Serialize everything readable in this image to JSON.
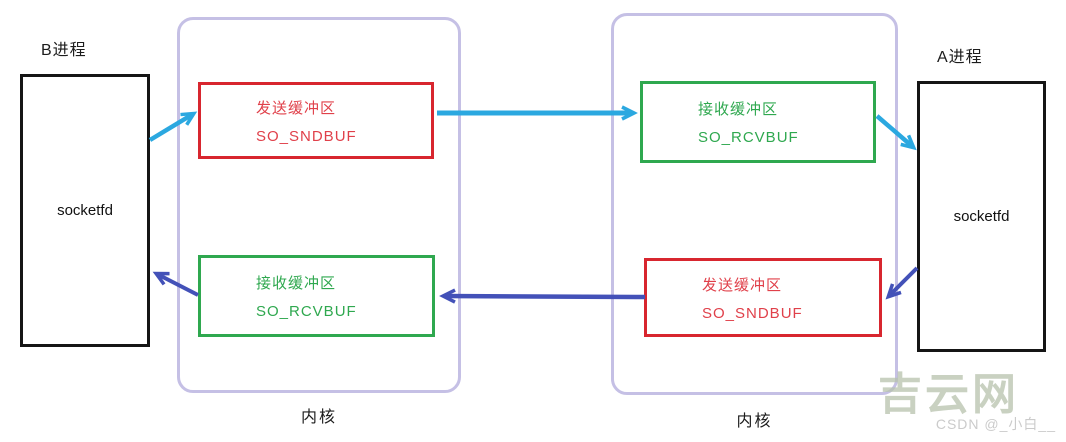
{
  "diagram": {
    "process_b": {
      "label": "B进程",
      "box_label": "socketfd"
    },
    "process_a": {
      "label": "A进程",
      "box_label": "socketfd"
    },
    "kernel_left": {
      "label": "内核",
      "send_buffer": {
        "line1": "发送缓冲区",
        "line2": "SO_SNDBUF"
      },
      "recv_buffer": {
        "line1": "接收缓冲区",
        "line2": "SO_RCVBUF"
      }
    },
    "kernel_right": {
      "label": "内核",
      "recv_buffer": {
        "line1": "接收缓冲区",
        "line2": "SO_RCVBUF"
      },
      "send_buffer": {
        "line1": "发送缓冲区",
        "line2": "SO_SNDBUF"
      }
    },
    "colors": {
      "send_box": "#d8262f",
      "recv_box": "#2fa84f",
      "kernel_border": "#c5c0e5",
      "arrow_forward": "#2ba8e0",
      "arrow_backward": "#4351b8",
      "process_border": "#151515"
    }
  },
  "watermark": {
    "site": "吉云网",
    "credit": "CSDN @_小白__"
  }
}
